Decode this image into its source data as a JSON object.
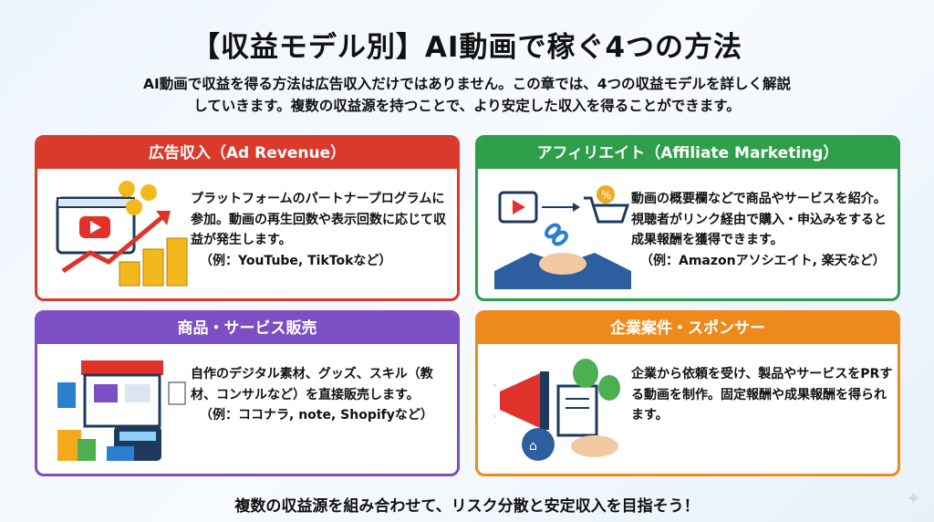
{
  "title": "【収益モデル別】AI動画で稼ぐ4つの方法",
  "intro": [
    "AI動画で収益を得る方法は広告収入だけではありません。この章では、4つの収益モデルを詳しく解説",
    "していきます。複数の収益源を持つことで、より安定した収入を得ることができます。"
  ],
  "cards": [
    {
      "title": "広告収入（Ad Revenue）",
      "text": "プラットフォームのパートナープログラムに参加。動画の再生回数や表示回数に応じて収益が発生します。",
      "example": "（例：YouTube, TikTokなど）",
      "color": "#d93a2b"
    },
    {
      "title": "アフィリエイト（Affiliate Marketing）",
      "text": "動画の概要欄などで商品やサービスを紹介。視聴者がリンク経由で購入・申込みをすると成果報酬を獲得できます。",
      "example": "（例：Amazonアソシエイト, 楽天など）",
      "color": "#2e9e4a"
    },
    {
      "title": "商品・サービス販売",
      "text": "自作のデジタル素材、グッズ、スキル（教材、コンサルなど）を直接販売します。",
      "example": "（例：ココナラ, note, Shopifyなど）",
      "color": "#7d4fc4"
    },
    {
      "title": "企業案件・スポンサー",
      "text": "企業から依頼を受け、製品やサービスをPRする動画を制作。固定報酬や成果報酬を得られます。",
      "example": "",
      "color": "#ee8a1c"
    }
  ],
  "footer": "複数の収益源を組み合わせて、リスク分散と安定収入を目指そう！"
}
